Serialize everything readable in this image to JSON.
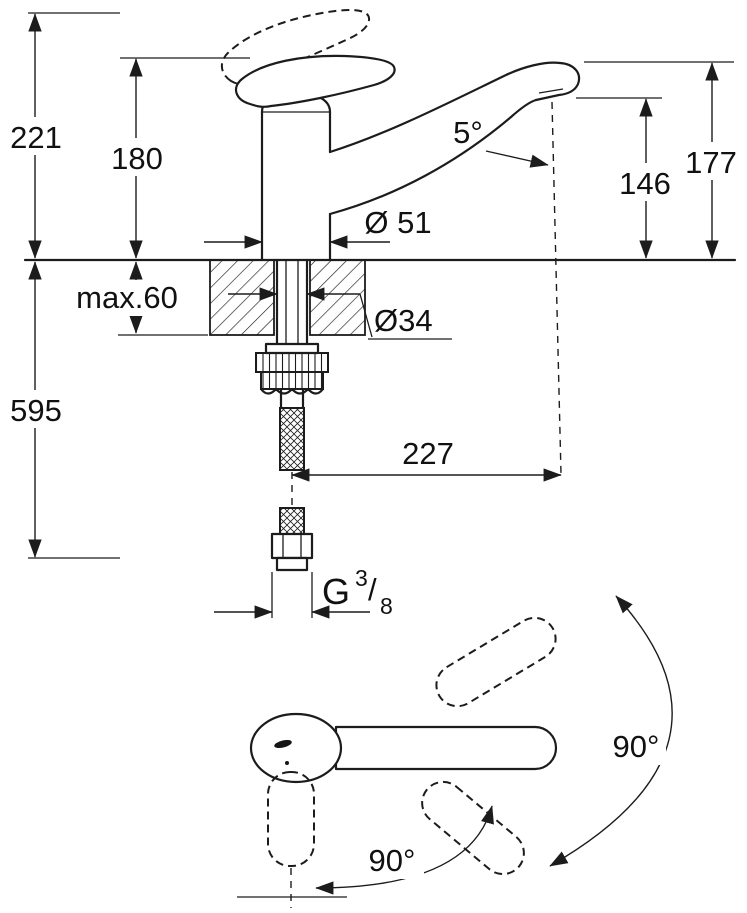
{
  "diagram": {
    "side_view": {
      "overall_height": "221",
      "lever_height": "180",
      "height_right": "177",
      "outlet_height": "146",
      "outlet_angle": "5°",
      "base_diameter": "Ø 51",
      "max_counter_thickness": "max.60",
      "hole_diameter": "Ø34",
      "below_deck_length": "595",
      "spout_reach": "227",
      "connection_thread": {
        "prefix": "G",
        "numerator": "3",
        "slash": "/",
        "denominator": "8"
      }
    },
    "plan_view": {
      "lever_swivel_right": "90°",
      "lever_swivel_down": "90°"
    },
    "colors": {
      "ink": "#1c1c1c",
      "background": "#ffffff"
    }
  }
}
